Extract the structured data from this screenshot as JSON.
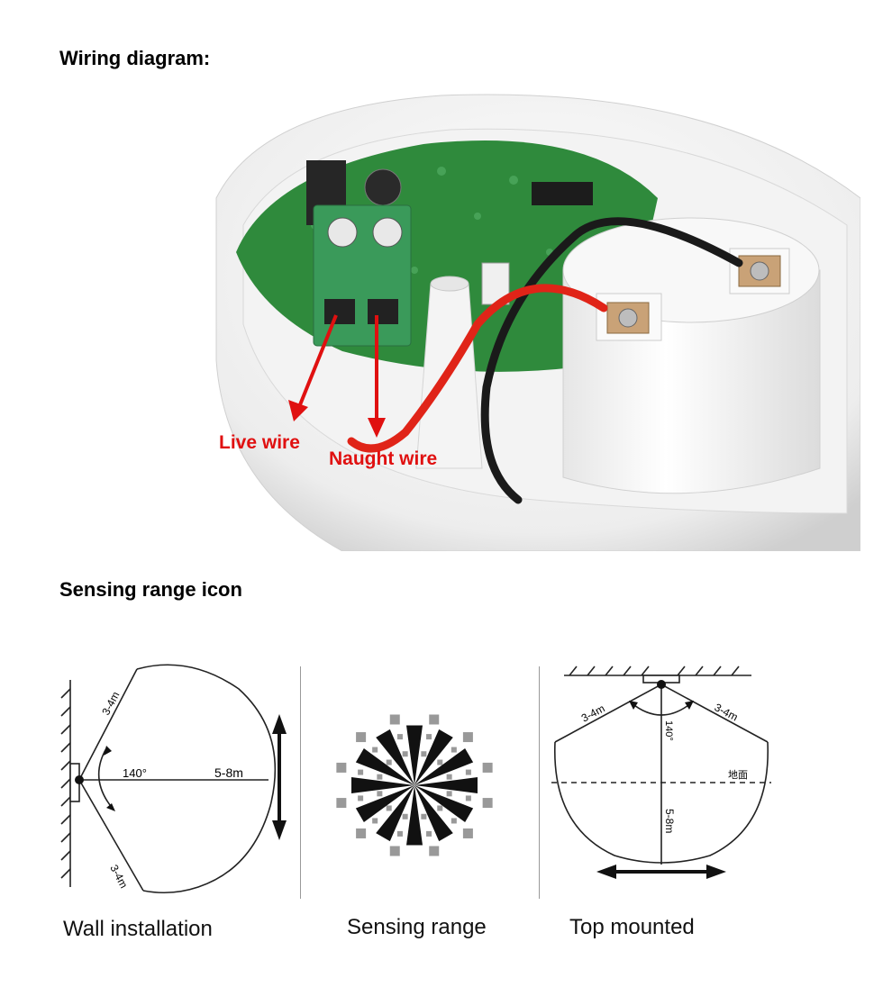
{
  "headings": {
    "wiring": "Wiring diagram:",
    "sensing": "Sensing range icon"
  },
  "wire_labels": {
    "live": "Live wire",
    "naught": "Naught wire"
  },
  "wall": {
    "range_top": "3-4m",
    "range_bottom": "3-4m",
    "angle": "140°",
    "distance": "5-8m"
  },
  "top": {
    "range_left": "3-4m",
    "range_right": "3-4m",
    "angle": "140°",
    "ground": "地面",
    "distance": "5-8m"
  },
  "captions": {
    "wall": "Wall installation",
    "range": "Sensing range",
    "top": "Top mounted"
  },
  "colors": {
    "label_red": "#e01010",
    "pcb_green": "#2f8a3c",
    "terminal_green": "#3a9a5a"
  }
}
